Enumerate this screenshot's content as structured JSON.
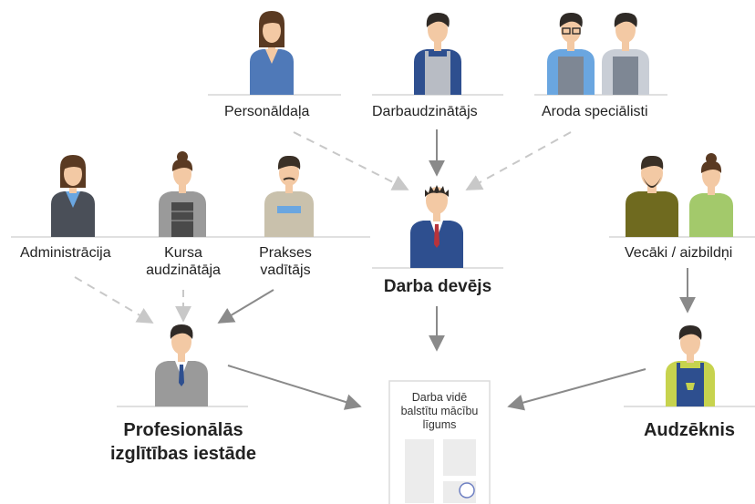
{
  "roles": {
    "personaldala": "Personāldaļa",
    "darbaudzinatajs": "Darbaudzinātājs",
    "aroda_specialisti": "Aroda speciālisti",
    "administracija": "Administrācija",
    "kursa_audzinataja_line1": "Kursa",
    "kursa_audzinataja_line2": "audzinātāja",
    "prakses_line1": "Prakses",
    "prakses_line2": "vadītājs",
    "vecaki": "Vecāki / aizbildņi",
    "darba_devejs": "Darba devējs",
    "izglitibas_line1": "Profesionālās",
    "izglitibas_line2": "izglītības iestāde",
    "audzeknis": "Audzēknis"
  },
  "document": {
    "line1": "Darba vidē",
    "line2": "balstītu mācību",
    "line3": "līgums"
  },
  "colors": {
    "solid_arrow": "#8a8a8a",
    "dashed_arrow": "#c8c8c8",
    "baseline": "#d6d6d6",
    "skin": "#f3c9a4",
    "hair_dark": "#2f2a26",
    "hair_brown": "#5a3a22"
  }
}
